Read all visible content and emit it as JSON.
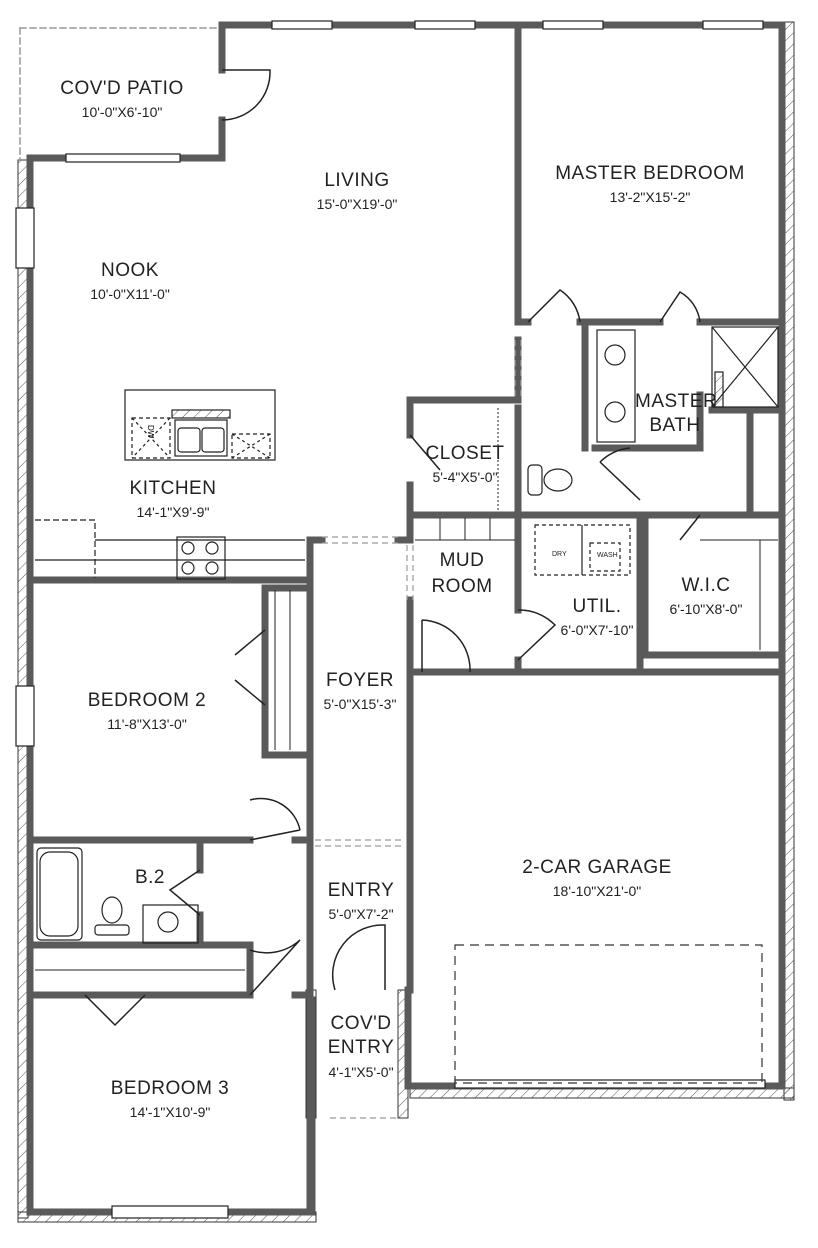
{
  "rooms": [
    {
      "name": "COV'D PATIO",
      "dims": "10'-0\"X6'-10\""
    },
    {
      "name": "LIVING",
      "dims": "15'-0\"X19'-0\""
    },
    {
      "name": "MASTER BEDROOM",
      "dims": "13'-2\"X15'-2\""
    },
    {
      "name": "NOOK",
      "dims": "10'-0\"X11'-0\""
    },
    {
      "name": "MASTER BATH",
      "dims": ""
    },
    {
      "name": "CLOSET",
      "dims": "5'-4\"X5'-0\""
    },
    {
      "name": "KITCHEN",
      "dims": "14'-1\"X9'-9\""
    },
    {
      "name": "MUD ROOM",
      "dims": ""
    },
    {
      "name": "UTIL.",
      "dims": "6'-0\"X7'-10\""
    },
    {
      "name": "W.I.C",
      "dims": "6'-10\"X8'-0\""
    },
    {
      "name": "BEDROOM 2",
      "dims": "11'-8\"X13'-0\""
    },
    {
      "name": "FOYER",
      "dims": "5'-0\"X15'-3\""
    },
    {
      "name": "2-CAR GARAGE",
      "dims": "18'-10\"X21'-0\""
    },
    {
      "name": "B.2",
      "dims": ""
    },
    {
      "name": "ENTRY",
      "dims": "5'-0\"X7'-2\""
    },
    {
      "name": "COV'D ENTRY",
      "dims": "4'-1\"X5'-0\""
    },
    {
      "name": "BEDROOM 3",
      "dims": "14'-1\"X10'-9\""
    }
  ],
  "appliances": {
    "dishwasher": "DW",
    "dryer": "DRY",
    "washer": "WASH"
  },
  "colors": {
    "wall": "#5a5a5a",
    "line": "#222222"
  }
}
